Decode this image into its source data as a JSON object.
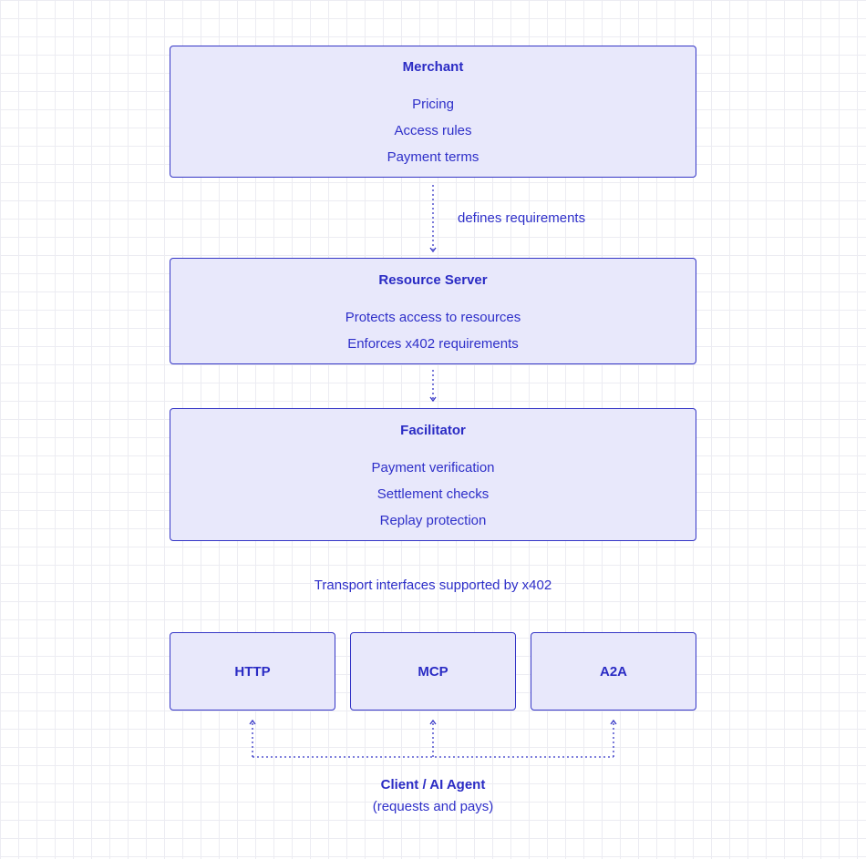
{
  "merchant": {
    "title": "Merchant",
    "items": [
      "Pricing",
      "Access rules",
      "Payment terms"
    ]
  },
  "merchant_to_server_label": "defines requirements",
  "resource_server": {
    "title": "Resource Server",
    "items": [
      "Protects access to resources",
      "Enforces x402 requirements"
    ]
  },
  "facilitator": {
    "title": "Facilitator",
    "items": [
      "Payment verification",
      "Settlement checks",
      "Replay protection"
    ]
  },
  "transport_caption": "Transport interfaces supported by x402",
  "transports": [
    "HTTP",
    "MCP",
    "A2A"
  ],
  "client": {
    "title": "Client / AI Agent",
    "subtitle": "(requests and pays)"
  },
  "colors": {
    "box_fill": "#e8e8fb",
    "box_border": "#3536c6",
    "text": "#2e2fc9",
    "grid": "#ececf2"
  }
}
